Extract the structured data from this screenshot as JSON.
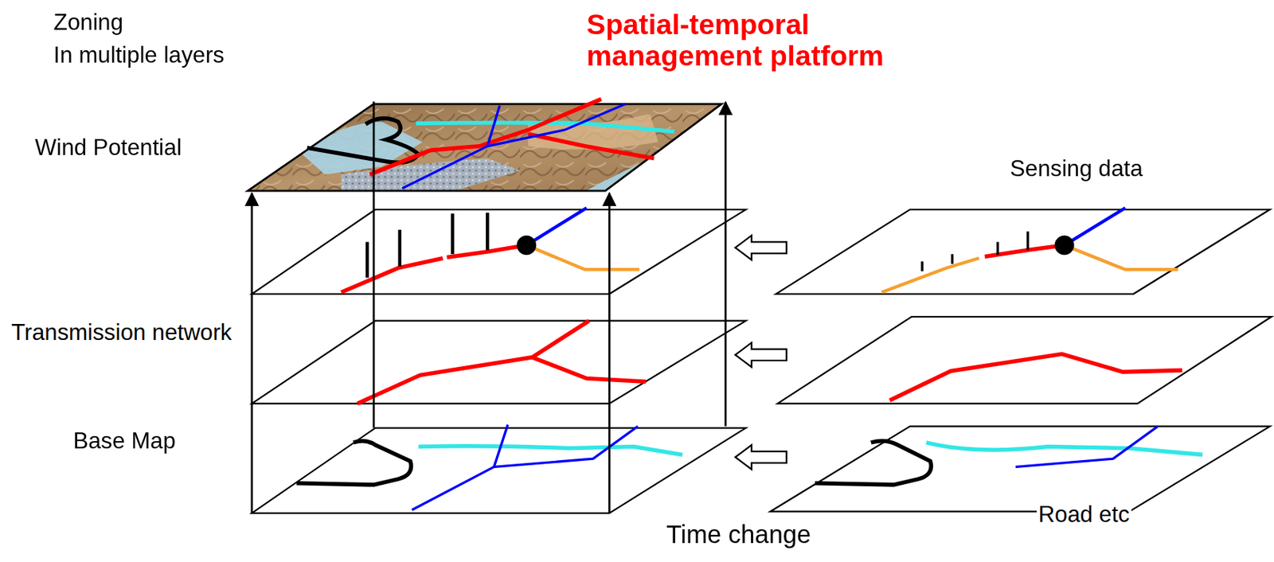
{
  "diagram": {
    "title": "Spatial-temporal management platform",
    "labels": [
      "Zoning",
      "In multiple layers",
      "Wind Potential",
      "Sensing data",
      "Transmission network",
      "Base Map",
      "Road etc",
      "Time change"
    ]
  }
}
